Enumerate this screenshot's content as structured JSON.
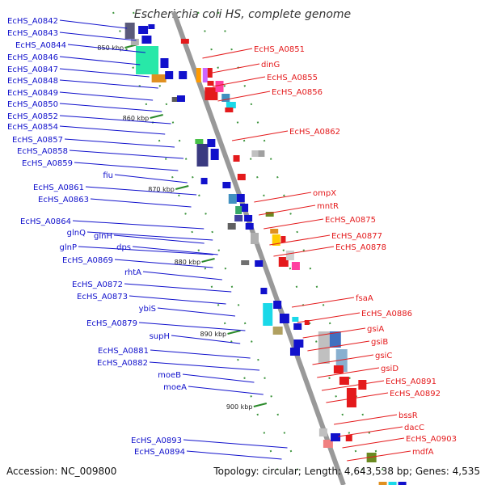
{
  "title": "Escherichia coli HS, complete genome",
  "footer": {
    "accession": "Accession: NC_009800",
    "topology": "Topology: circular; Length: 4,643,538 bp; Genes: 4,535"
  },
  "colors": {
    "forward": "#e41a1c",
    "reverse": "#1111cc",
    "backbone": "#999999",
    "tick": "#2a8a2a"
  },
  "ticks": [
    {
      "label": "850 kbp",
      "pos": 850
    },
    {
      "label": "860 kbp",
      "pos": 860
    },
    {
      "label": "870 kbp",
      "pos": 870
    },
    {
      "label": "880 kbp",
      "pos": 880
    },
    {
      "label": "890 kbp",
      "pos": 890
    },
    {
      "label": "900 kbp",
      "pos": 900
    }
  ],
  "left_labels": [
    "EcHS_A0842",
    "EcHS_A0843",
    "EcHS_A0844",
    "EcHS_A0846",
    "EcHS_A0847",
    "EcHS_A0848",
    "EcHS_A0849",
    "EcHS_A0850",
    "EcHS_A0852",
    "EcHS_A0854",
    "EcHS_A0857",
    "EcHS_A0858",
    "EcHS_A0859",
    "fiu",
    "EcHS_A0861",
    "EcHS_A0863",
    "EcHS_A0864",
    "glnQ",
    "glnH",
    "glnP",
    "dps",
    "EcHS_A0869",
    "rhtA",
    "EcHS_A0872",
    "EcHS_A0873",
    "ybiS",
    "EcHS_A0879",
    "supH",
    "EcHS_A0881",
    "EcHS_A0882",
    "moeB",
    "moeA",
    "EcHS_A0893",
    "EcHS_A0894"
  ],
  "right_labels": [
    "EcHS_A0851",
    "dinG",
    "EcHS_A0855",
    "EcHS_A0856",
    "EcHS_A0862",
    "ompX",
    "mntR",
    "EcHS_A0875",
    "EcHS_A0877",
    "EcHS_A0878",
    "fsaA",
    "EcHS_A0886",
    "gsiA",
    "gsiB",
    "gsiC",
    "gsiD",
    "EcHS_A0891",
    "EcHS_A0892",
    "bssR",
    "dacC",
    "EcHS_A0903",
    "mdfA"
  ]
}
